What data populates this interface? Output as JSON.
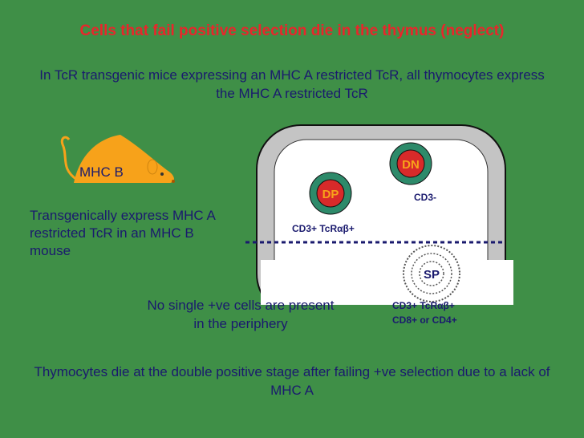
{
  "title": "Cells that fail positive selection die in the thymus (neglect)",
  "intro": "In TcR transgenic mice expressing an MHC A restricted TcR, all thymocytes express the MHC A restricted TcR",
  "mouse": {
    "label": "MHC B"
  },
  "transgenic_note": "Transgenically express MHC A restricted TcR in an MHC B mouse",
  "cells": {
    "dn": {
      "label": "DN",
      "marker": "CD3-"
    },
    "dp": {
      "label": "DP",
      "marker": "CD3+ TcRαβ+"
    },
    "sp": {
      "label": "SP",
      "marker_line1": "CD3+ TcRαβ+",
      "marker_line2": "CD8+ or CD4+"
    }
  },
  "no_sp_note": "No single +ve cells are present in the periphery",
  "conclusion": "Thymocytes die at the double positive stage after failing +ve selection due to a lack of MHC A",
  "colors": {
    "background": "#3f8f47",
    "title": "#e8262b",
    "text": "#1a1a6e",
    "cell_fill": "#2d8a6a",
    "cell_core": "#d82a2a",
    "mouse": "#f7a21a",
    "thymus_outer": "#c4c4c4"
  }
}
